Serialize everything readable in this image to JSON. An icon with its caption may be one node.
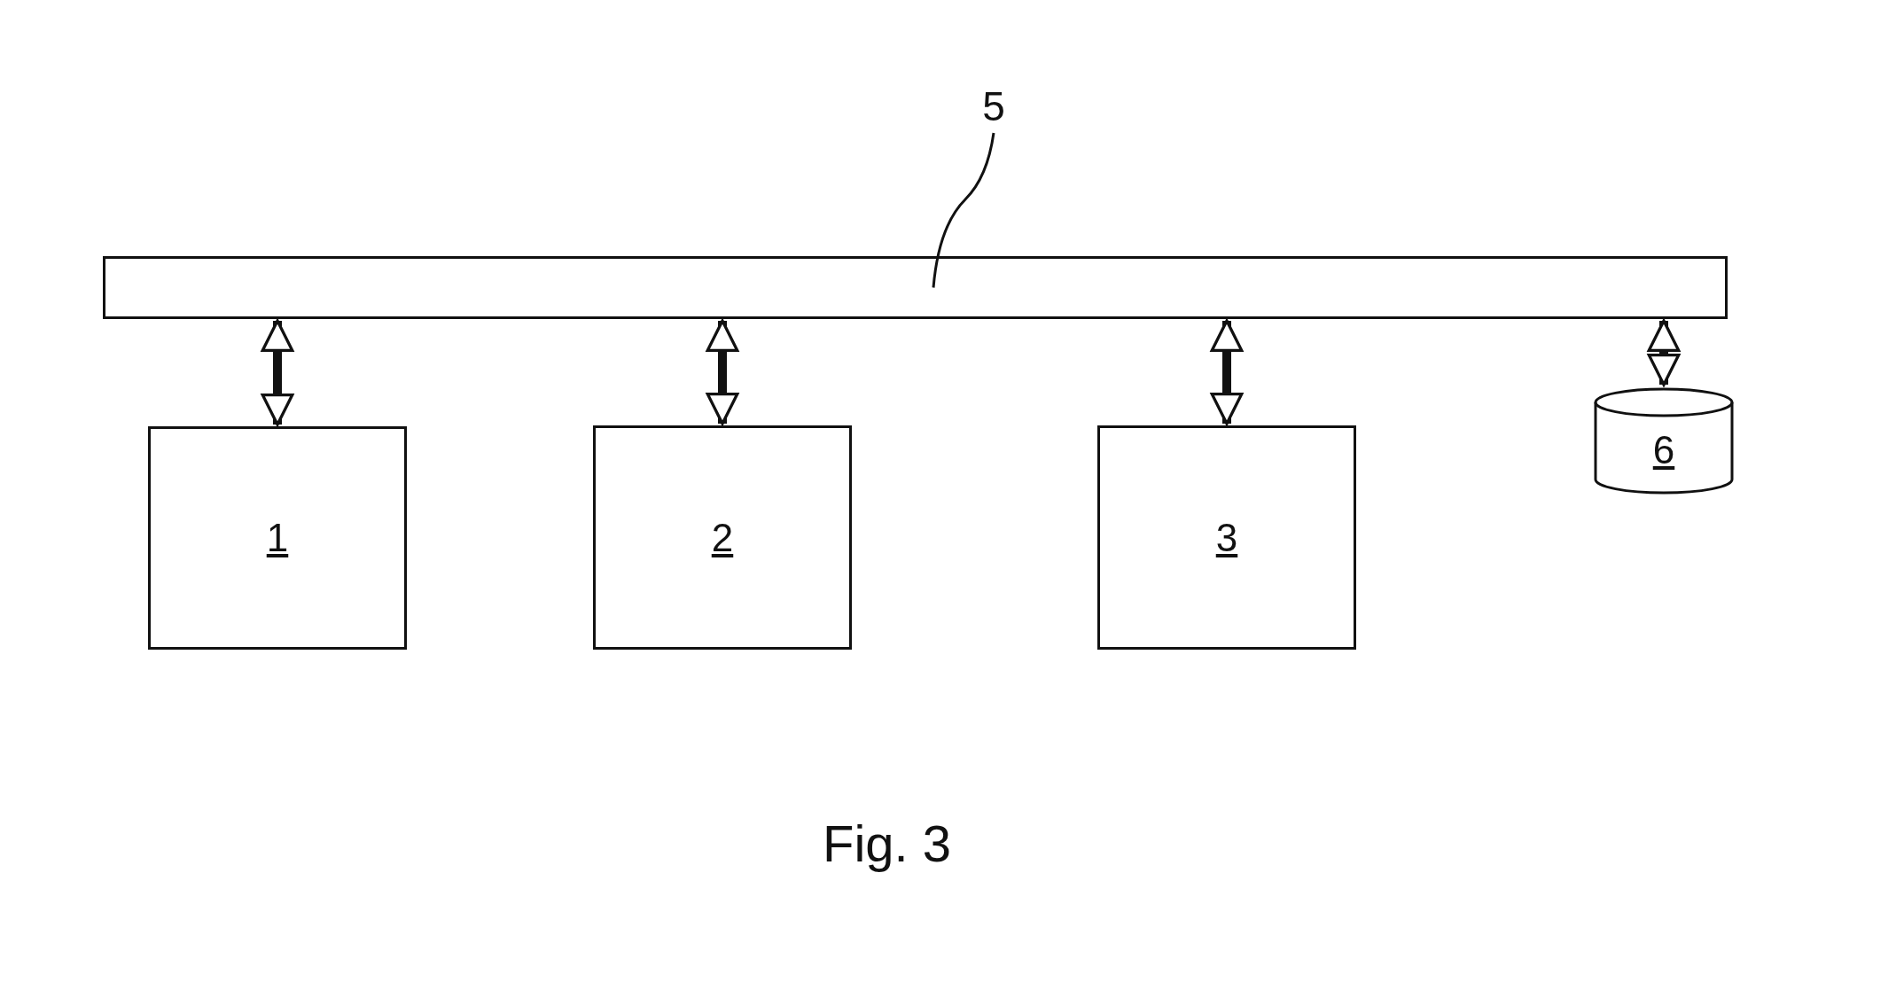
{
  "diagram": {
    "caption": "Fig. 3",
    "nodes": [
      {
        "text": [
          "5"
        ]
      },
      {
        "text": [],
        "shape": "bar"
      },
      {
        "text": [
          "1"
        ]
      },
      {
        "text": [
          "2"
        ]
      },
      {
        "text": [
          "3"
        ]
      },
      {
        "text": [
          "6"
        ]
      }
    ],
    "edges": [
      {
        "from": 0,
        "to": 1,
        "arrow": "none"
      },
      {
        "from": 1,
        "to": 2,
        "arrow": "both"
      },
      {
        "from": 1,
        "to": 3,
        "arrow": "both"
      },
      {
        "from": 1,
        "to": 4,
        "arrow": "both"
      },
      {
        "from": 1,
        "to": 5,
        "arrow": "both"
      }
    ]
  }
}
